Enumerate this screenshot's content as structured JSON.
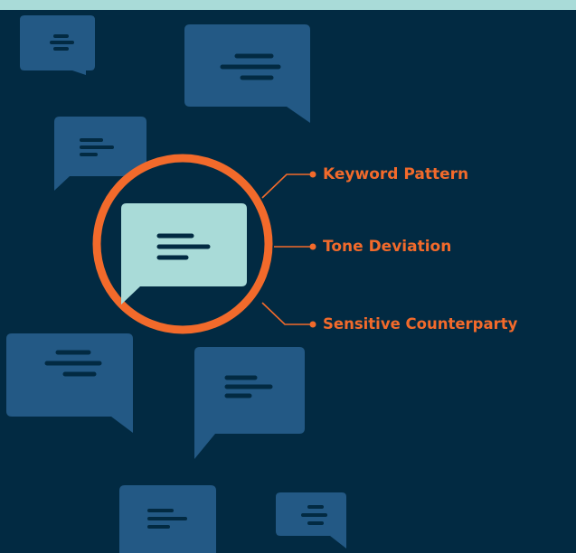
{
  "diagram": {
    "labels": [
      {
        "text": "Keyword Pattern"
      },
      {
        "text": "Tone Deviation"
      },
      {
        "text": "Sensitive Counterparty"
      }
    ]
  },
  "icons": {
    "chat_bubble": "chat-bubble-icon",
    "text_lines": "text-lines-icon"
  },
  "colors": {
    "background": "#022a42",
    "top_band": "#a9dbd8",
    "bubble": "#235985",
    "bubble_lines": "#022a42",
    "highlight_bubble": "#a9dbd8",
    "accent": "#f26a2b"
  }
}
